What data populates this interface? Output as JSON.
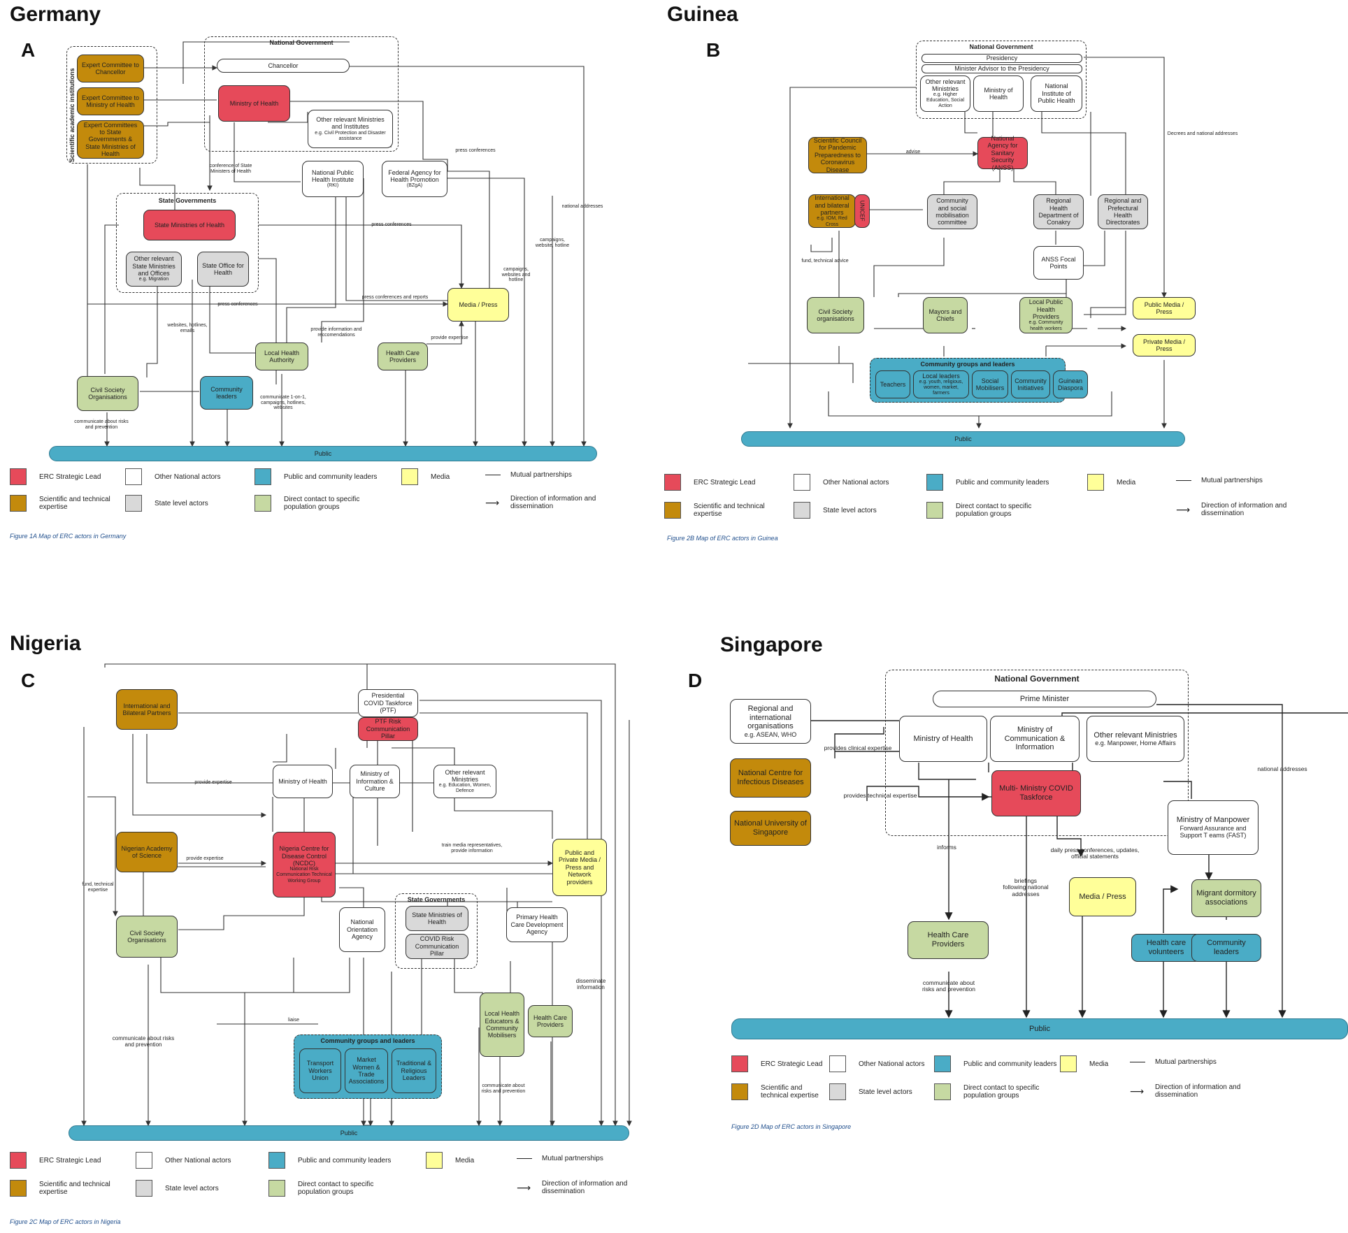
{
  "legend": {
    "lead": "ERC Strategic Lead",
    "national": "Other National actors",
    "public": "Public and community leaders",
    "media": "Media",
    "mutual": "Mutual partnerships",
    "scientific": "Scientific and technical expertise",
    "state": "State level actors",
    "direct": "Direct contact to specific population groups",
    "direction": "Direction of information and dissemination"
  },
  "colors": {
    "lead": "#e64a5a",
    "scientific": "#c38a0c",
    "national": "#ffffff",
    "public": "#4aacc6",
    "media": "#ffff99",
    "direct": "#c6d9a2",
    "state": "#d9d9d9"
  },
  "germany": {
    "country": "Germany",
    "letter": "A",
    "caption": "Figure 1A Map of ERC actors in Germany",
    "group_national": "National Government",
    "group_state": "State Governments",
    "group_science": "Scientific academic institutions",
    "expert_chancellor": "Expert Committee to Chancellor",
    "expert_moh": "Expert Committee to Ministry of Health",
    "expert_state": "Expert Committees to State Governments & State Ministries of Health",
    "chancellor": "Chancellor",
    "moh": "Ministry of Health",
    "other_ministries": "Other relevant Ministries and Institutes",
    "other_ministries_sub": "e.g. Civil Protection and Disaster assistance",
    "rki": "National Public Health Institute",
    "rki_sub": "(RKI)",
    "bzga": "Federal Agency for Health Promotion",
    "bzga_sub": "(BZgA)",
    "state_moh": "State Ministries of Health",
    "state_other": "Other relevant State Ministries and Offices",
    "state_other_sub": "e.g. Migration",
    "state_office": "State Office for Health",
    "media": "Media / Press",
    "local_health": "Local Health Authority",
    "hcp": "Health Care Providers",
    "cso": "Civil Society Organisations",
    "community": "Community leaders",
    "public": "Public",
    "l_conf": "conference of State Ministers of Health",
    "l_press1": "press conferences",
    "l_press2": "press conferences",
    "l_press3": "press conferences",
    "l_press_reports": "press conferences and reports",
    "l_campaigns": "campaigns, website, hotline",
    "l_campaigns2": "campaigns, websites and hotline",
    "l_national": "national addresses",
    "l_websites": "websites, hotlines, emails",
    "l_provide": "provide information and reccomendations",
    "l_expertise": "provide expertise",
    "l_comm": "communicate 1-on-1, campaigns, hotlines, websites",
    "l_risks": "communicate about risks and prevention"
  },
  "guinea": {
    "country": "Guinea",
    "letter": "B",
    "caption": "Figure 2B Map of ERC actors in Guinea",
    "group_national": "National Government",
    "presidency": "Presidency",
    "minister_advisor": "Minister Advisor to the Presidency",
    "other_ministries": "Other relevant Ministries",
    "other_ministries_sub": "e.g. Higher Education, Social Action",
    "moh": "Ministry of Health",
    "inph": "National Institute of Public Health",
    "council": "Scientific Council for Pandemic Preparedness to Coronavirus Disease",
    "anss": "National Agency for Sanitary Security (ANSS)",
    "intl": "International and bilateral partners",
    "intl_sub": "e.g. IOM, Red Cross",
    "unicef": "UNICEF",
    "csm": "Community and social mobilisation committee",
    "rhd": "Regional Health Department of Conakry",
    "rphd": "Regional and Prefectural Health Directorates",
    "focal": "ANSS Focal Points",
    "cso": "Civil Society organisations",
    "mayors": "Mayors and Chiefs",
    "lphp": "Local Public Health Providers",
    "lphp_sub": "e.g. Community health workers",
    "public_media": "Public Media / Press",
    "private_media": "Private Media / Press",
    "group_community": "Community groups and leaders",
    "teachers": "Teachers",
    "local_leaders": "Local leaders",
    "local_leaders_sub": "e.g. youth, religious, women, market, farmers",
    "social": "Social Mobilisers",
    "initiatives": "Community Initiatives",
    "diaspora": "Guinean Diaspora",
    "public": "Public",
    "l_advise": "advise",
    "l_decrees": "Decrees and national addresses",
    "l_fund": "fund, technical advice"
  },
  "nigeria": {
    "country": "Nigeria",
    "letter": "C",
    "caption": "Figure 2C Map of ERC actors in Nigeria",
    "intl": "International and Bilateral Partners",
    "ptf": "Presidential COVID Taskforce (PTF)",
    "ptf_pillar": "PTF Risk Communication Pillar",
    "moh": "Ministry of Health",
    "moic": "Ministry of Information & Culture",
    "other_ministries": "Other relevant Ministries",
    "other_ministries_sub": "e.g. Education, Women, Defence",
    "nas": "Nigerian Academy of Science",
    "ncdc": "Nigeria Centre for Disease Control (NCDC)",
    "ncdc_sub": "National Risk Communication Technical Working Group",
    "media": "Public and Private Media / Press and Network providers",
    "cso": "Civil Society Organisations",
    "noa": "National Orientation Agency",
    "group_state": "State Governments",
    "state_moh": "State Ministries of Health",
    "state_pillar": "COVID Risk Communication Pillar",
    "phc": "Primary Health Care Development Agency",
    "lhe": "Local Health Educators & Community Mobilisers",
    "hcp": "Health Care Providers",
    "group_community": "Community groups and leaders",
    "transport": "Transport Workers Union",
    "market": "Market Women & Trade Associations",
    "traditional": "Traditional & Religious Leaders",
    "public": "Public",
    "l_expertise1": "provide expertise",
    "l_expertise2": "provide expertise",
    "l_fund": "fund, technical expertise",
    "l_train": "train media representatives, provide information",
    "l_liaise": "liaise",
    "l_risks": "communicate about risks and prevention",
    "l_risks2": "communicate about risks and prevention",
    "l_disseminate": "disseminate information"
  },
  "singapore": {
    "country": "Singapore",
    "letter": "D",
    "caption": "Figure 2D Map of ERC actors in Singapore",
    "group_national": "National Government",
    "pm": "Prime Minister",
    "regional": "Regional and international organisations",
    "regional_sub": "e.g. ASEAN, WHO",
    "ncid": "National Centre for Infectious Diseases",
    "nus": "National University of Singapore",
    "moh": "Ministry of Health",
    "mci": "Ministry of Communication & Information",
    "other_ministries": "Other relevant Ministries",
    "other_ministries_sub": "e.g. Manpower, Home Affairs",
    "taskforce": "Multi- Ministry COVID Taskforce",
    "mom": "Ministry of Manpower",
    "mom_sub": "Forward Assurance and Support T eams (FAST)",
    "hcp": "Health Care Providers",
    "media": "Media / Press",
    "migrant": "Migrant dormitory associations",
    "volunteers": "Health care volunteers",
    "community": "Community leaders",
    "public": "Public",
    "l_clinical": "provides clinical expertise",
    "l_technical": "provides technical expertise",
    "l_informs": "informs",
    "l_briefings": "briefings following national addresses",
    "l_daily": "daily press conferences, updates, official statements",
    "l_national": "national addresses",
    "l_risks": "communicate about risks and prevention"
  }
}
